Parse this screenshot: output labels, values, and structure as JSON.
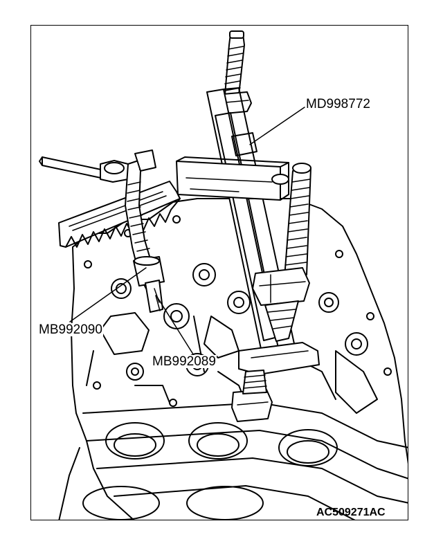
{
  "callouts": {
    "tool_top": "MD998772",
    "tool_left": "MB992090",
    "tool_bottom": "MB992089"
  },
  "figure_code": "AC509271AC"
}
